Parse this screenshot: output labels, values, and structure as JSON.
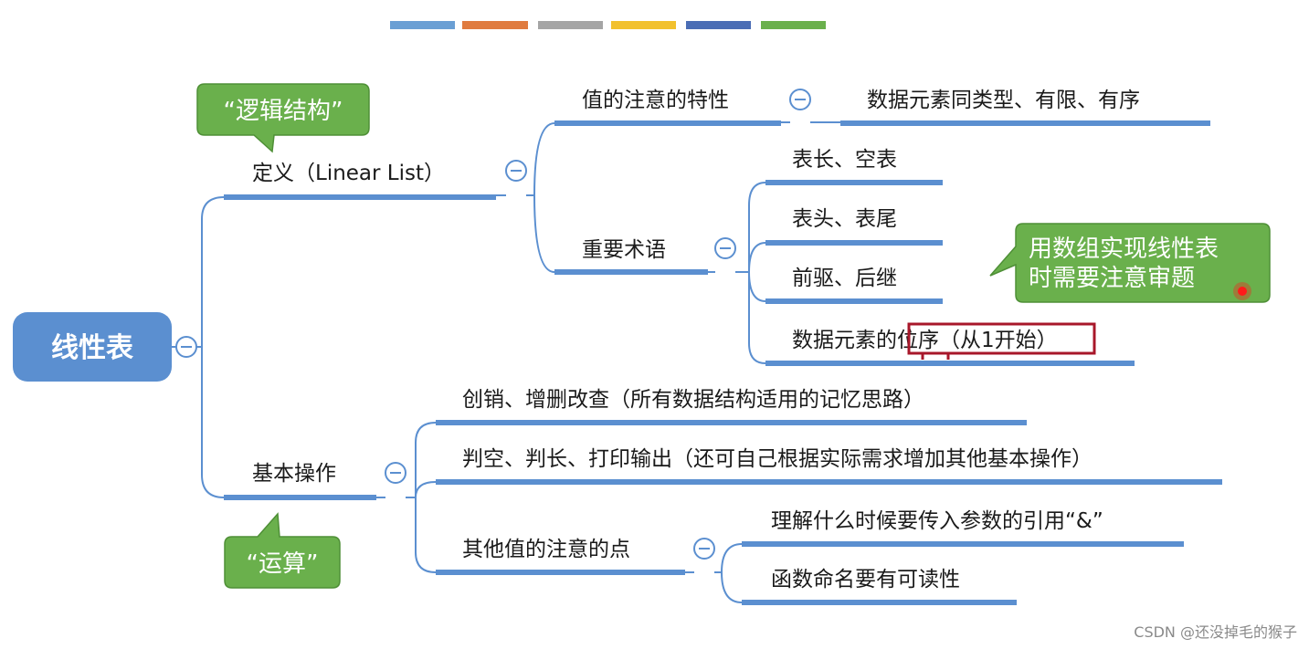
{
  "colors": {
    "branch": "#5b8fd0",
    "root_fill": "#5b8fd0",
    "callout_fill": "#6ab04c",
    "callout_stroke": "#4e8f36",
    "highlight_box": "#a8172a",
    "laser_dot": "#ff1a1a",
    "palette": [
      "#6a9fd4",
      "#e07b3f",
      "#a5a5a5",
      "#f2c12e",
      "#4a6db5",
      "#6ab04c"
    ]
  },
  "root": {
    "label": "线性表"
  },
  "branches": {
    "definition": {
      "label": "定义（Linear List）"
    },
    "properties": {
      "label": "值的注意的特性"
    },
    "properties_detail": {
      "label": "数据元素同类型、有限、有序"
    },
    "terms": {
      "label": "重要术语"
    },
    "term_length": {
      "label": "表长、空表"
    },
    "term_head": {
      "label": "表头、表尾"
    },
    "term_pred": {
      "label": "前驱、后继"
    },
    "term_order_prefix": {
      "label": "数据元素的"
    },
    "term_order_highlight": {
      "label": "位序（从1开始）"
    },
    "operations": {
      "label": "基本操作"
    },
    "op_crud": {
      "label": "创销、增删改查（所有数据结构适用的记忆思路）"
    },
    "op_misc": {
      "label": "判空、判长、打印输出（还可自己根据实际需求增加其他基本操作）"
    },
    "op_notes": {
      "label": "其他值的注意的点"
    },
    "note_ref": {
      "label": "理解什么时候要传入参数的引用“&”"
    },
    "note_naming": {
      "label": "函数命名要有可读性"
    }
  },
  "callouts": {
    "logic": {
      "label": "“逻辑结构”"
    },
    "operation": {
      "label": "“运算”"
    },
    "array_line1": {
      "label": "用数组实现线性表"
    },
    "array_line2": {
      "label": "时需要注意审题"
    }
  },
  "watermark": {
    "label": "CSDN @还没掉毛的猴子"
  }
}
